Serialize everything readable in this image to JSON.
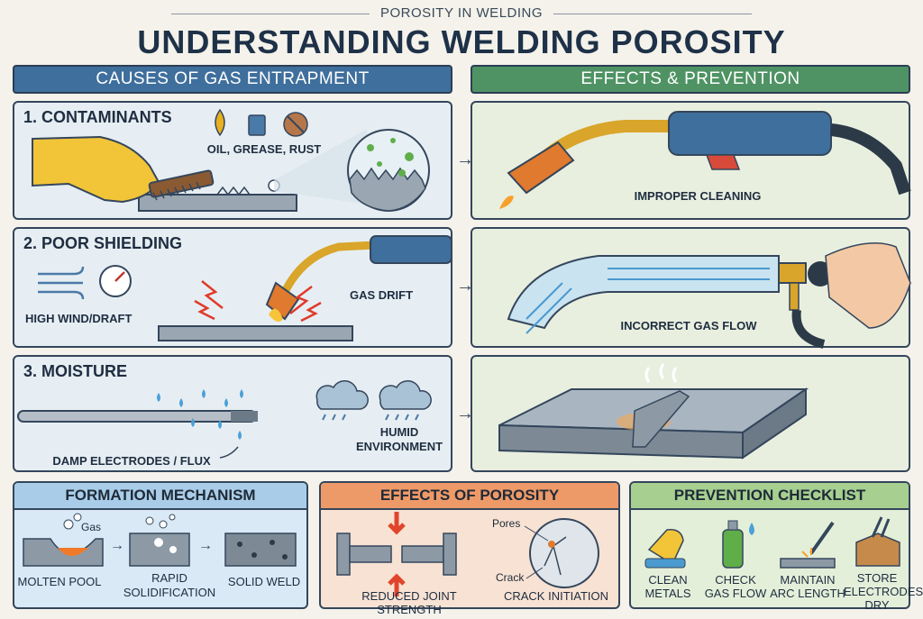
{
  "header": {
    "kicker": "POROSITY IN WELDING",
    "title": "UNDERSTANDING WELDING POROSITY"
  },
  "columns": {
    "left": "CAUSES OF GAS ENTRAPMENT",
    "right": "EFFECTS & PREVENTION"
  },
  "causes": [
    {
      "title": "1. CONTAMINANTS",
      "labels": [
        "OIL, GREASE, RUST"
      ]
    },
    {
      "title": "2. POOR SHIELDING",
      "labels": [
        "HIGH WIND/DRAFT",
        "GAS DRIFT"
      ]
    },
    {
      "title": "3. MOISTURE",
      "labels": [
        "DAMP ELECTRODES / FLUX",
        "HUMID",
        "ENVIRONMENT"
      ]
    }
  ],
  "effects": [
    {
      "label": "IMPROPER CLEANING"
    },
    {
      "label": "INCORRECT GAS FLOW"
    }
  ],
  "formation": {
    "title": "FORMATION MECHANISM",
    "gas_label": "Gas",
    "steps": [
      "MOLTEN POOL",
      "RAPID",
      "SOLIDIFICATION",
      "SOLID WELD"
    ]
  },
  "effects_porosity": {
    "title": "EFFECTS OF POROSITY",
    "pores_label": "Pores",
    "crack_label": "Crack",
    "items": [
      "REDUCED JOINT STRENGTH",
      "CRACK INITIATION"
    ]
  },
  "checklist": {
    "title": "PREVENTION CHECKLIST",
    "items": [
      {
        "l1": "CLEAN",
        "l2": "METALS"
      },
      {
        "l1": "CHECK",
        "l2": "GAS FLOW"
      },
      {
        "l1": "MAINTAIN",
        "l2": "ARC LENGTH"
      },
      {
        "l1": "STORE",
        "l2": "ELECTRODES",
        "l3": "DRY"
      }
    ]
  },
  "colors": {
    "blue_header": "#3f6f9c",
    "green_header": "#4f9364",
    "formation_bg": "#d9e9f5",
    "effects_bg": "#f8e2d3",
    "checklist_bg": "#e4efd9"
  }
}
